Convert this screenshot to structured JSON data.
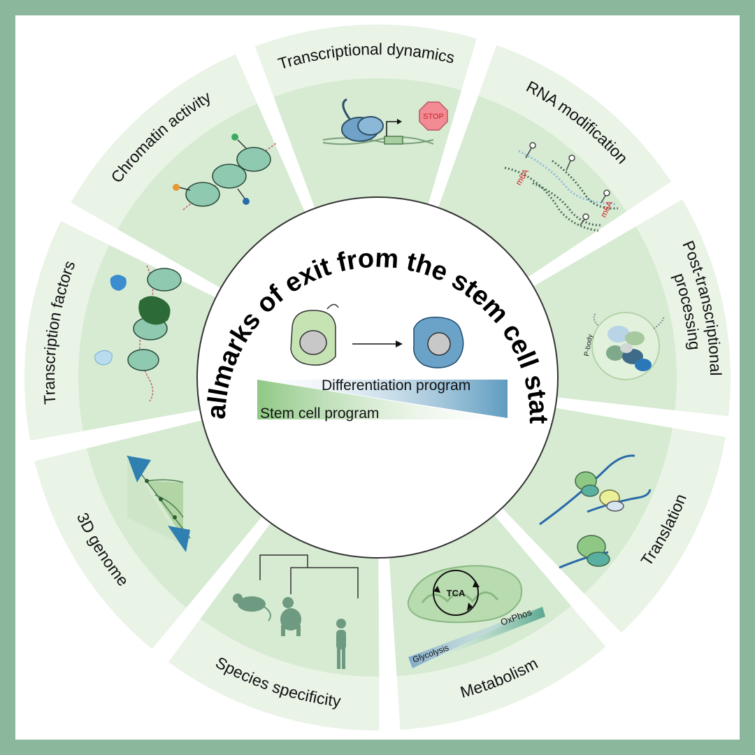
{
  "title": "Hallmarks of exit from the stem cell state",
  "center": {
    "differentiation_label": "Differentiation program",
    "stem_label": "Stem cell program"
  },
  "segments": [
    {
      "label": "Transcriptional dynamics",
      "icon": "rna-polymerase-icon",
      "annotations": [
        "STOP"
      ]
    },
    {
      "label": "RNA modification",
      "icon": "rna-strands-icon",
      "annotations": [
        "m6A",
        "m6A"
      ]
    },
    {
      "label": "Post-transcriptional processing",
      "icon": "p-body-icon",
      "annotations": [
        "P-body"
      ]
    },
    {
      "label": "Translation",
      "icon": "ribosome-icon",
      "annotations": []
    },
    {
      "label": "Metabolism",
      "icon": "mitochondrion-icon",
      "annotations": [
        "TCA",
        "OxPhos",
        "Glycolysis"
      ]
    },
    {
      "label": "Species specificity",
      "icon": "species-tree-icon",
      "annotations": []
    },
    {
      "label": "3D genome",
      "icon": "tad-triangle-icon",
      "annotations": []
    },
    {
      "label": "Transcription factors",
      "icon": "transcription-factor-icon",
      "annotations": []
    },
    {
      "label": "Chromatin activity",
      "icon": "nucleosome-icon",
      "annotations": []
    }
  ],
  "colors": {
    "background": "#8bb89c",
    "outer_ring": "#e9f3e6",
    "inner_ring": "#d6ebd2",
    "stem_green": "#9ccf8f",
    "differentiation_blue": "#5f9cc0",
    "stop_sign": "#f28b93"
  }
}
